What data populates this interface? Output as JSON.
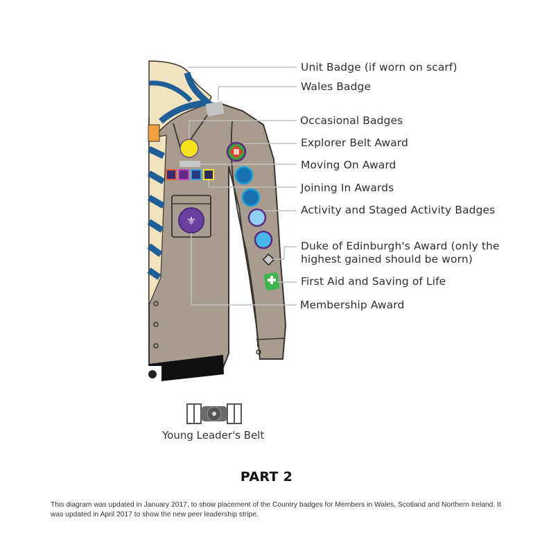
{
  "diagram": {
    "labels": [
      {
        "id": "unit-badge",
        "text": "Unit Badge (if worn on scarf)"
      },
      {
        "id": "wales-badge",
        "text": "Wales Badge"
      },
      {
        "id": "occasional-badges",
        "text": "Occasional Badges"
      },
      {
        "id": "explorer-belt-award",
        "text": "Explorer Belt Award"
      },
      {
        "id": "moving-on-award",
        "text": "Moving On Award"
      },
      {
        "id": "joining-in-awards",
        "text": "Joining In Awards"
      },
      {
        "id": "activity-badges",
        "text": "Activity and Staged Activity Badges"
      },
      {
        "id": "duke-of-edinburgh",
        "text": "Duke of Edinburgh's Award (only the highest gained should be worn)"
      },
      {
        "id": "first-aid",
        "text": "First Aid and Saving of Life"
      },
      {
        "id": "membership-award",
        "text": "Membership Award"
      }
    ],
    "belt_caption": "Young Leader's Belt",
    "part_title": "PART 2",
    "footnote": "This diagram was updated in January 2017, to show placement of the Country badges for Members in Wales, Scotland and Northern Ireland. It was updated in April 2017 to show the new peer leadership stripe."
  },
  "colors": {
    "shirt": "#a89c8f",
    "shirt_outline": "#3a3430",
    "scarf_blue": "#1f5e96",
    "scarf_cream": "#f2e3bf",
    "woggle": "#f0a040",
    "leader_line": "#bfbfbf",
    "occasional_badge": "#f5e21a",
    "membership_badge": "#6b3fa0",
    "first_aid": "#3cb54a"
  }
}
